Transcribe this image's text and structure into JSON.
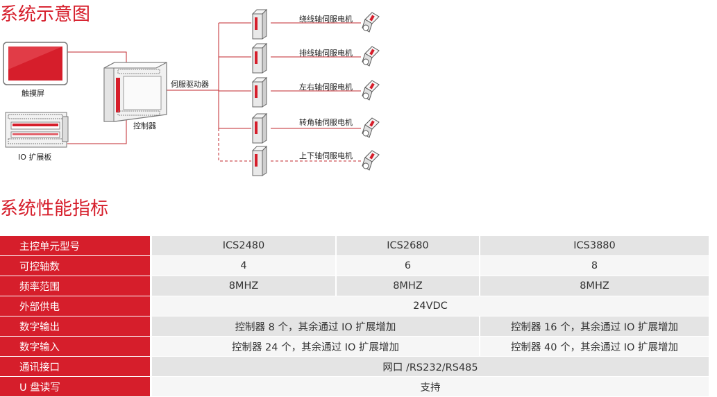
{
  "titles": {
    "diagram": "系统示意图",
    "specs": "系统性能指标"
  },
  "diagram": {
    "touchscreen_label": "触摸屏",
    "io_board_label": "IO 扩展板",
    "controller_label": "控制器",
    "drive_label": "伺服驱动器",
    "motors": [
      {
        "label": "绕线轴伺服电机",
        "optional": false
      },
      {
        "label": "排线轴伺服电机",
        "optional": false
      },
      {
        "label": "左右轴伺服电机",
        "optional": false
      },
      {
        "label": "转角轴伺服电机",
        "optional": false
      },
      {
        "label": "上下轴伺服电机",
        "optional": true
      }
    ],
    "colors": {
      "accent": "#d61e2b",
      "line": "#c1272d",
      "device": "#6e6e6e"
    }
  },
  "table": {
    "header": {
      "label": "主控单元型号",
      "models": [
        "ICS2480",
        "ICS2680",
        "ICS3880"
      ]
    },
    "axes": {
      "label": "可控轴数",
      "values": [
        "4",
        "6",
        "8"
      ]
    },
    "freq": {
      "label": "频率范围",
      "values": [
        "8MHZ",
        "8MHZ",
        "8MHZ"
      ]
    },
    "power": {
      "label": "外部供电",
      "value": "24VDC"
    },
    "dout": {
      "label": "数字输出",
      "value_a": "控制器 8 个，其余通过 IO 扩展增加",
      "value_b": "控制器 16 个，其余通过 IO 扩展增加"
    },
    "din": {
      "label": "数字输入",
      "value_a": "控制器 24 个，其余通过 IO 扩展增加",
      "value_b": "控制器 40 个，其余通过 IO 扩展增加"
    },
    "comm": {
      "label": "通讯接口",
      "value": "网口 /RS232/RS485"
    },
    "udisk": {
      "label": "U 盘读写",
      "value": "支持"
    }
  }
}
